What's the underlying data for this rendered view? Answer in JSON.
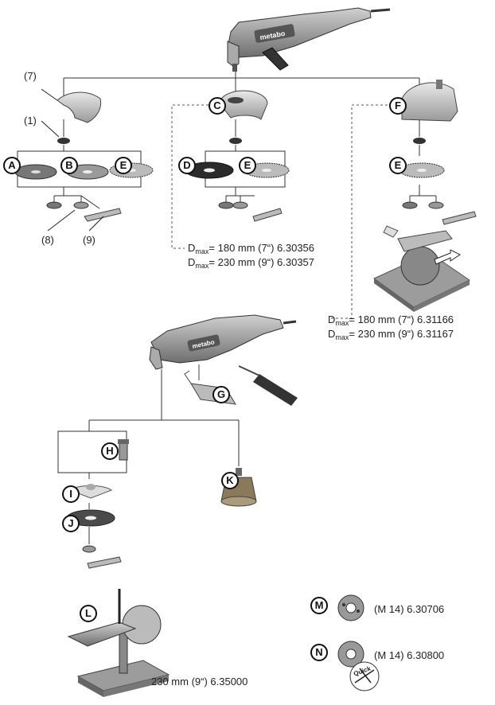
{
  "brand": "metabo",
  "callouts": {
    "p7": "(7)",
    "p1": "(1)",
    "p8": "(8)",
    "p9": "(9)"
  },
  "badges": {
    "A": "A",
    "B": "B",
    "C": "C",
    "D": "D",
    "E": "E",
    "F": "F",
    "G": "G",
    "H": "H",
    "I": "I",
    "J": "J",
    "K": "K",
    "L": "L",
    "M": "M",
    "N": "N"
  },
  "guard_c_specs": [
    {
      "d": "D",
      "sub": "max",
      "rest": "= 180 mm (7“)  6.30356"
    },
    {
      "d": "D",
      "sub": "max",
      "rest": "= 230 mm (9“)  6.30357"
    }
  ],
  "guard_f_specs": [
    {
      "d": "D",
      "sub": "max",
      "rest": "= 180 mm (7“)  6.31166"
    },
    {
      "d": "D",
      "sub": "max",
      "rest": "= 230 mm (9“)  6.31167"
    }
  ],
  "stand_spec": "230 mm (9“) 6.35000",
  "nut_m_spec": "(M 14) 6.30706",
  "nut_n_spec": "(M 14) 6.30800",
  "quick_label": "Quick"
}
